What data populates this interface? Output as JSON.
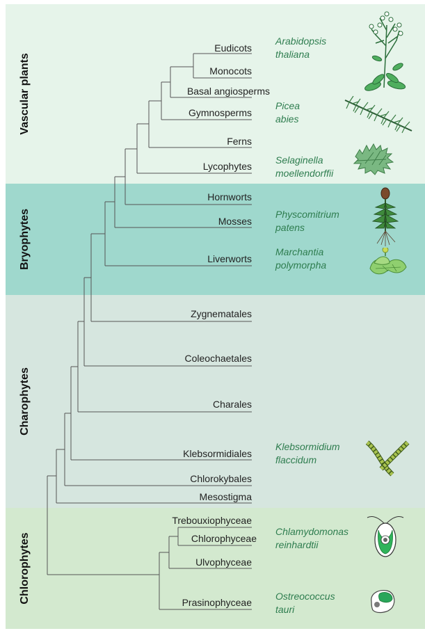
{
  "groups": {
    "vascular": "Vascular plants",
    "bryophytes": "Bryophytes",
    "charophytes": "Charophytes",
    "chlorophytes": "Chlorophytes"
  },
  "leaves": {
    "eudicots": "Eudicots",
    "monocots": "Monocots",
    "basal_angiosperms": "Basal angiosperms",
    "gymnosperms": "Gymnosperms",
    "ferns": "Ferns",
    "lycophytes": "Lycophytes",
    "hornworts": "Hornworts",
    "mosses": "Mosses",
    "liverworts": "Liverworts",
    "zygnematales": "Zygnematales",
    "coleochaetales": "Coleochaetales",
    "charales": "Charales",
    "klebsormidiales": "Klebsormidiales",
    "chlorokybales": "Chlorokybales",
    "mesostigma": "Mesostigma",
    "trebouxiophyceae": "Trebouxiophyceae",
    "chlorophyceae": "Chlorophyceae",
    "ulvophyceae": "Ulvophyceae",
    "prasinophyceae": "Prasinophyceae"
  },
  "species": {
    "arabidopsis": [
      "Arabidopsis",
      "thaliana"
    ],
    "picea": [
      "Picea",
      "abies"
    ],
    "selaginella": [
      "Selaginella",
      "moellendorffii"
    ],
    "physcomitrium": [
      "Physcomitrium",
      "patens"
    ],
    "marchantia": [
      "Marchantia",
      "polymorpha"
    ],
    "klebsormidium": [
      "Klebsormidium",
      "flaccidum"
    ],
    "chlamydomonas": [
      "Chlamydomonas",
      "reinhardtii"
    ],
    "ostreococcus": [
      "Ostreococcus",
      "tauri"
    ]
  },
  "colors": {
    "vascular_band": "#e6f4ea",
    "bryophyte_band": "#9fd8cd",
    "charophyte_band": "#d6e6df",
    "chlorophyte_band": "#d3e9cf",
    "species_text": "#2e7d4f"
  },
  "icons": {
    "arabidopsis": "arabidopsis-plant-icon",
    "picea": "spruce-branch-icon",
    "selaginella": "selaginella-frond-icon",
    "physcomitrium": "moss-icon",
    "marchantia": "liverwort-icon",
    "klebsormidium": "filamentous-alga-icon",
    "chlamydomonas": "chlamydomonas-cell-icon",
    "ostreococcus": "ostreococcus-cell-icon"
  }
}
